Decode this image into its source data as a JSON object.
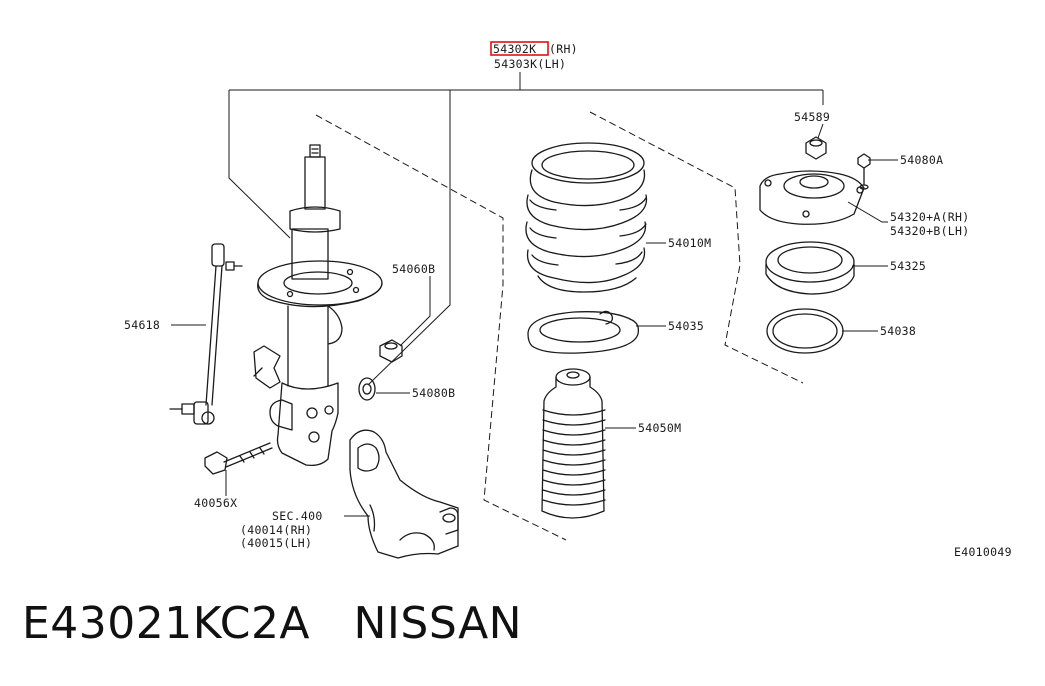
{
  "labels": {
    "strut_rh": "54302K",
    "strut_rh_side": "(RH)",
    "strut_lh": "54303K(LH)",
    "nut_top": "54589",
    "bolt_top": "54080A",
    "mount_rh": "54320+A(RH)",
    "mount_lh": "54320+B(LH)",
    "bearing": "54325",
    "seat": "54038",
    "spring": "54010M",
    "spring_seat": "54035",
    "bound_bumper": "54050M",
    "nut_side": "54060B",
    "bolt_side": "54080B",
    "stabilizer_link": "54618",
    "bolt_lower": "40056X",
    "section_ref": "SEC.400",
    "knuckle_rh": "(40014(RH)",
    "knuckle_lh": "(40015(LH)",
    "figure_code": "E4010049"
  },
  "footer": {
    "part_code": "E43021KC2A",
    "brand": "NISSAN"
  },
  "colors": {
    "highlight": "#e01010",
    "line": "#1a1a1a"
  }
}
